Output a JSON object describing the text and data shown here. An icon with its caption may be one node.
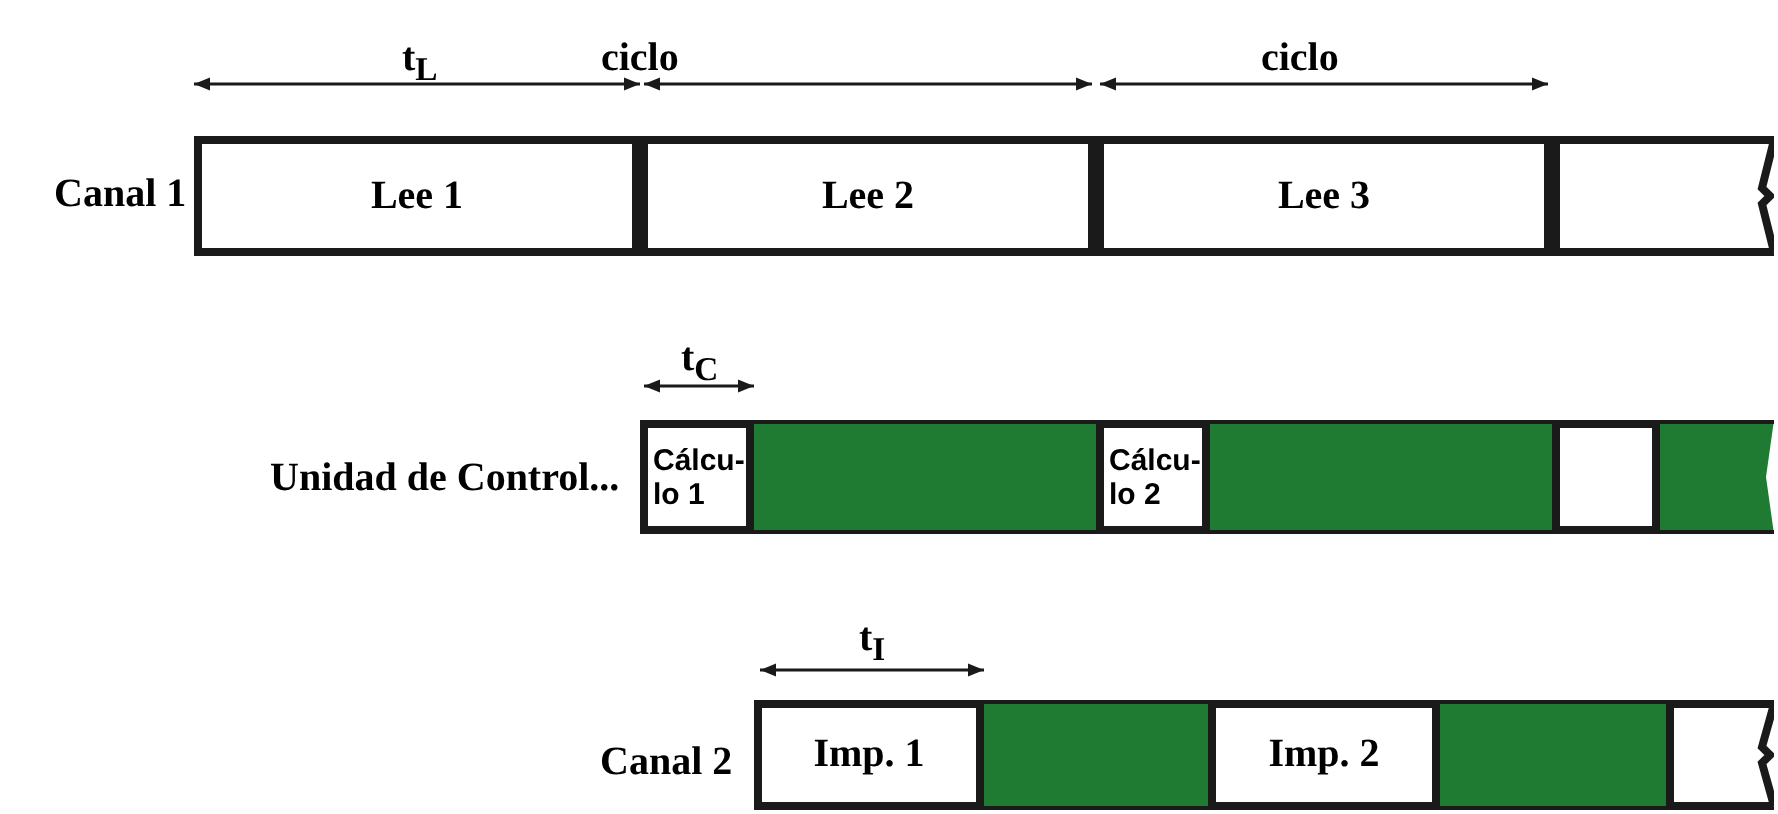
{
  "diagram": {
    "nodes": [
      {
        "text": [
          "Lee 1"
        ]
      },
      {
        "text": [
          "Lee 2"
        ]
      },
      {
        "text": [
          "Lee 3"
        ]
      },
      {
        "text": [],
        "shape": "box"
      },
      {
        "text": [
          "Cálcu-lo 1"
        ]
      },
      {
        "text": [
          "Cálcu-lo 2"
        ]
      },
      {
        "text": [],
        "shape": "box"
      },
      {
        "text": [
          "Imp. 1"
        ]
      },
      {
        "text": [
          "Imp. 2"
        ]
      },
      {
        "text": [],
        "shape": "box"
      }
    ],
    "edges": [],
    "labels": [
      "t$_{L}$",
      "ciclo",
      "ciclo",
      "Canal 1",
      "t$_{C}$",
      "Unidad de Control...",
      "t$_{I}$",
      "Canal 2"
    ]
  }
}
